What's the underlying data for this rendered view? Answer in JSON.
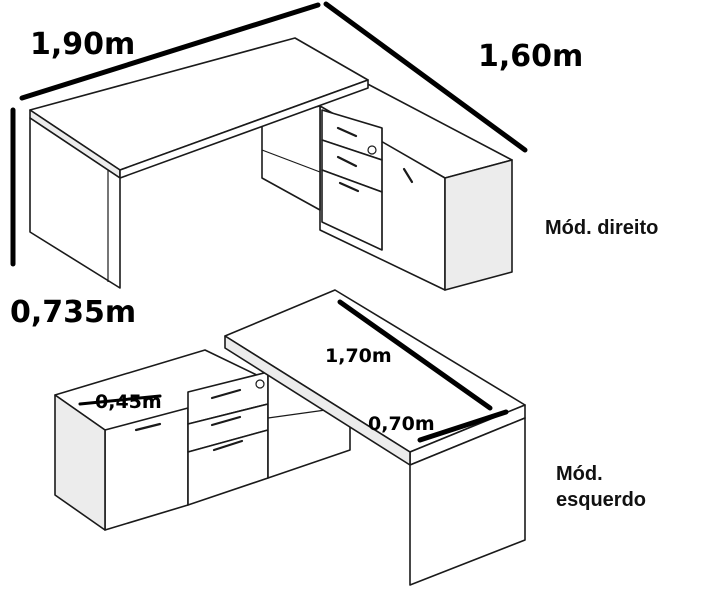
{
  "dimensions": {
    "width_top": "1,90m",
    "depth_top": "1,60m",
    "height": "0,735m",
    "length_bottom": "1,70m",
    "depth_bottom": "0,45m",
    "width_bottom": "0,70m"
  },
  "labels": {
    "right_module": "Mód. direito",
    "left_module_line1": "Mód.",
    "left_module_line2": "esquerdo"
  }
}
